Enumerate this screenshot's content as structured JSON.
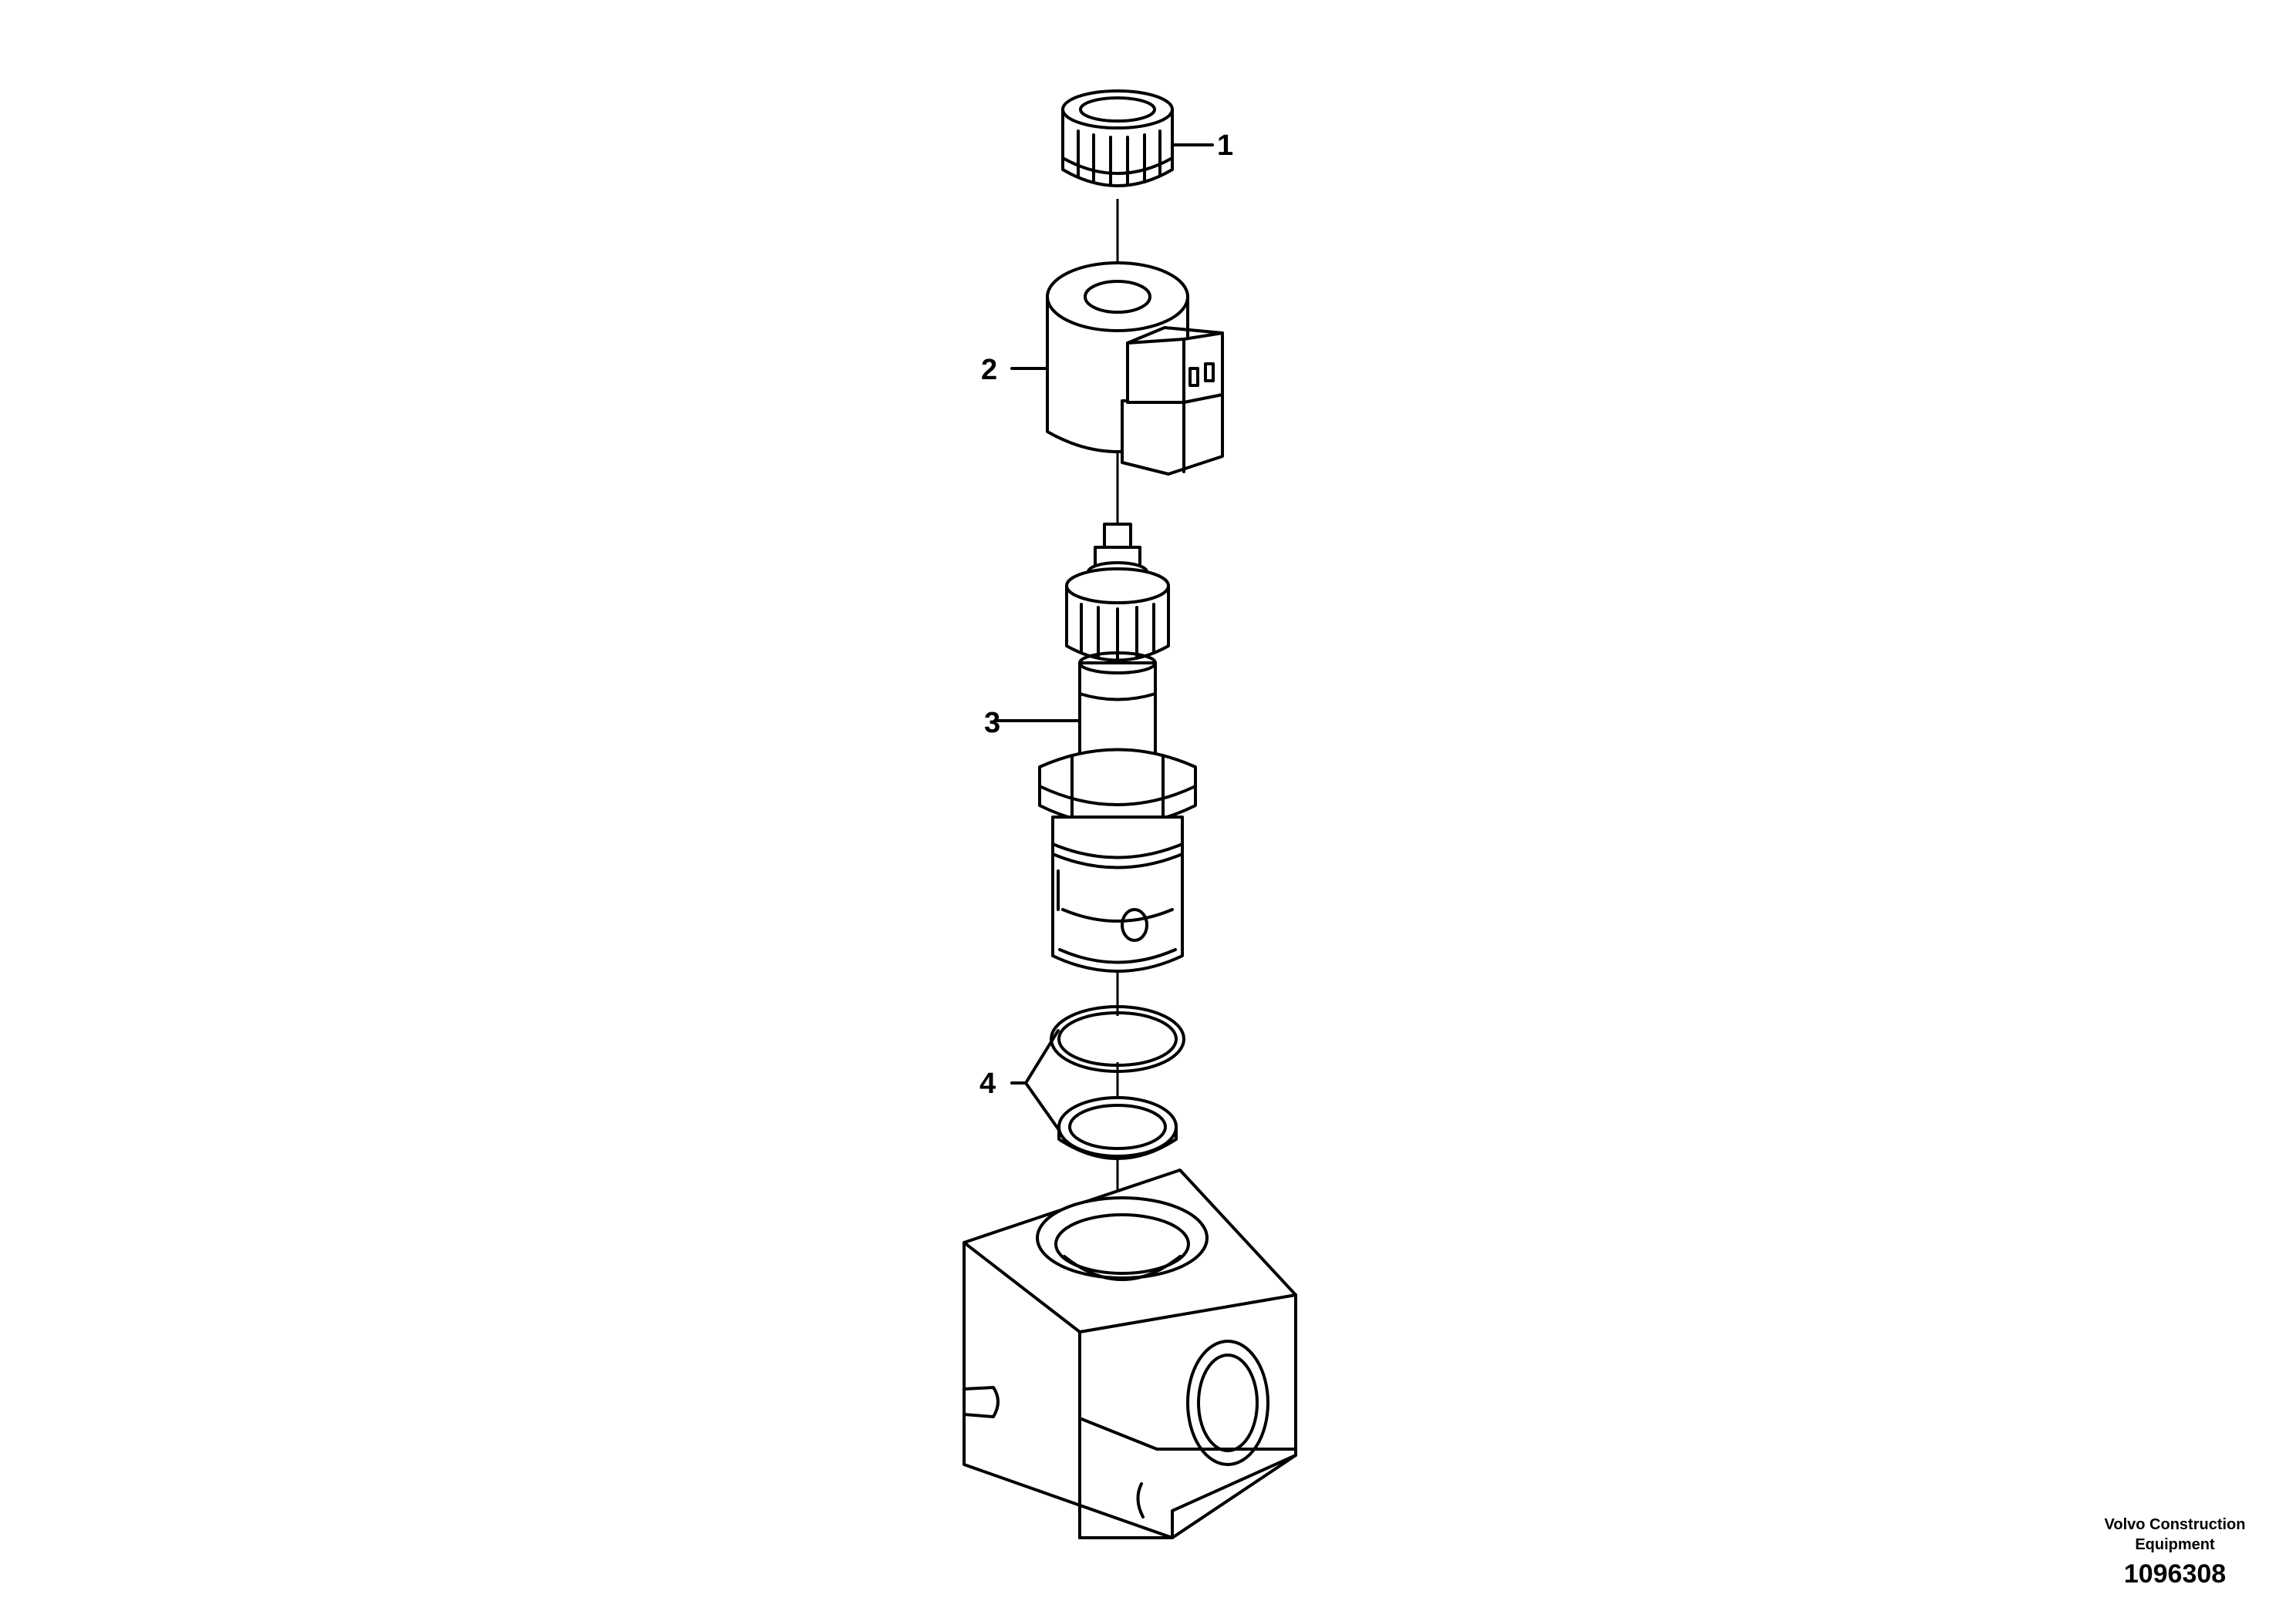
{
  "callouts": [
    {
      "number": "1"
    },
    {
      "number": "2"
    },
    {
      "number": "3"
    },
    {
      "number": "4"
    }
  ],
  "footer": {
    "credit_line1": "Volvo Construction",
    "credit_line2": "Equipment",
    "reference_number": "1096308"
  }
}
